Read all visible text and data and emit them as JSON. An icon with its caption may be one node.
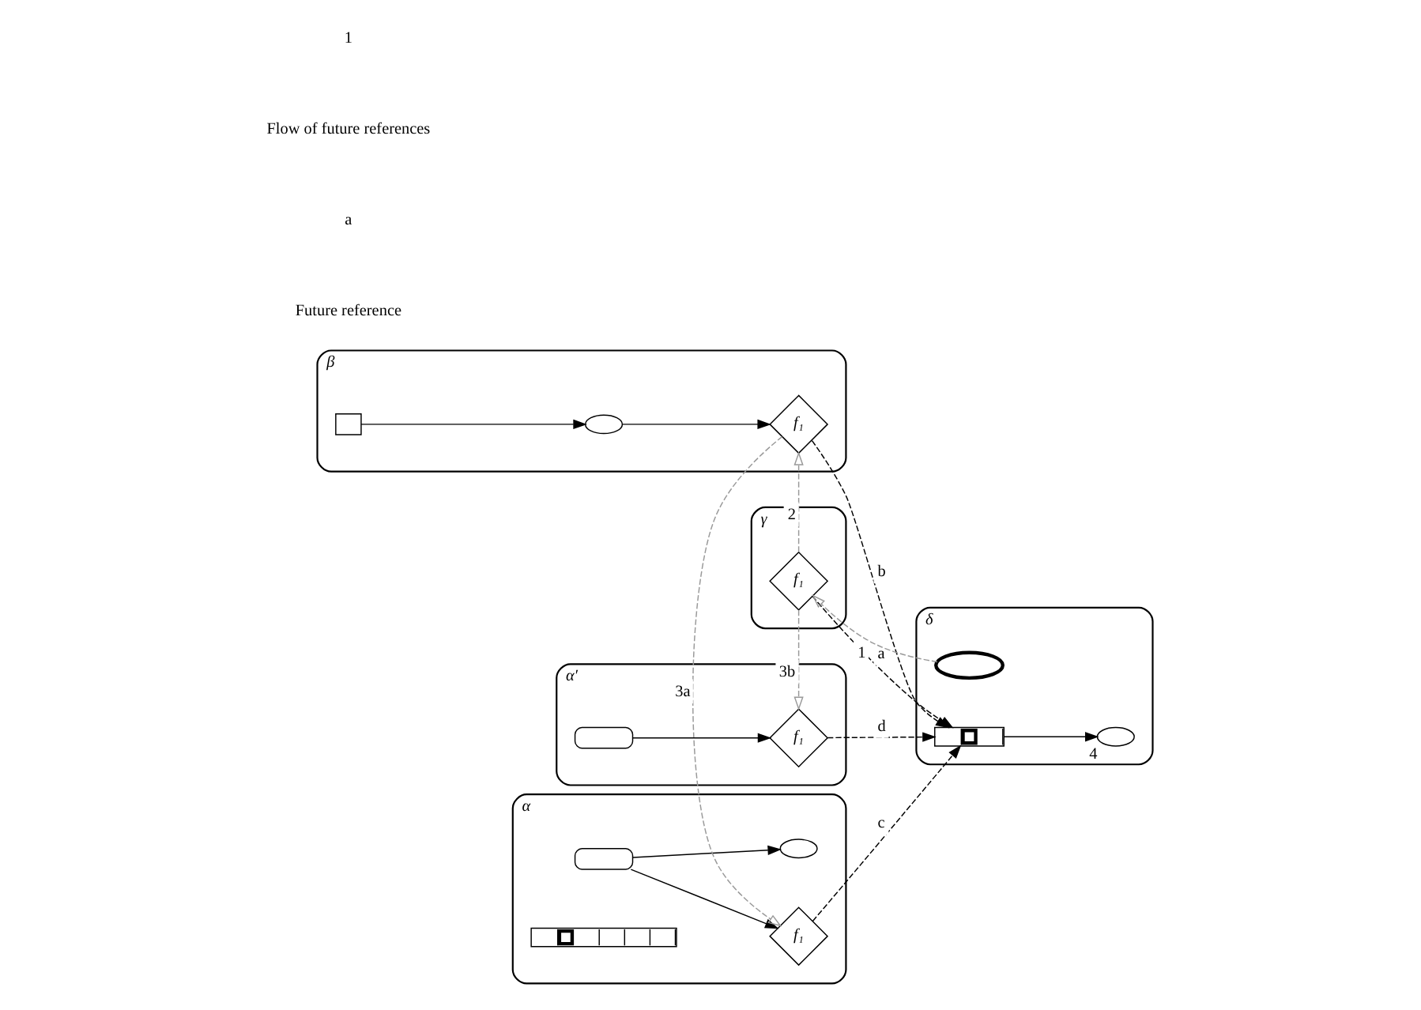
{
  "diagram": {
    "nodes": [
      {
        "text": [
          "α"
        ]
      },
      {
        "text": [
          "f₁"
        ],
        "in": 0
      },
      {
        "text": [],
        "shape": "ellipse",
        "in": 0
      },
      {
        "text": [],
        "shape": "capsule",
        "in": 0
      },
      {
        "text": [],
        "shape": "bar",
        "in": 0
      },
      {
        "text": [
          "β"
        ]
      },
      {
        "text": [
          "f₁"
        ],
        "in": 5
      },
      {
        "text": [],
        "shape": "ellipse",
        "in": 5
      },
      {
        "text": [],
        "shape": "box",
        "in": 5
      },
      {
        "text": [
          "γ"
        ]
      },
      {
        "text": [
          "f₁"
        ],
        "in": 9
      },
      {
        "text": [
          "α′"
        ]
      },
      {
        "text": [
          "f₁"
        ],
        "in": 11
      },
      {
        "text": [],
        "shape": "capsule",
        "in": 11
      },
      {
        "text": [
          "δ"
        ]
      },
      {
        "text": [],
        "shape": "ellipse",
        "in": 14
      },
      {
        "text": [],
        "shape": "ellipse",
        "in": 14,
        "beside": [
          "4"
        ]
      },
      {
        "text": [],
        "shape": "bar",
        "in": 14
      }
    ],
    "edges": [
      {
        "from": 3,
        "to": 1,
        "arrow": "to"
      },
      {
        "from": 3,
        "to": 2,
        "arrow": "to"
      },
      {
        "from": 8,
        "to": 7,
        "arrow": "to"
      },
      {
        "from": 7,
        "to": 6,
        "arrow": "to"
      },
      {
        "from": 13,
        "to": 12,
        "arrow": "to"
      },
      {
        "from": 17,
        "to": 16,
        "arrow": "to"
      },
      {
        "from": 15,
        "to": 10,
        "arrow": "to",
        "label": "1",
        "style": "dashed",
        "color": "#999999"
      },
      {
        "from": 10,
        "to": 6,
        "arrow": "to",
        "label": "2",
        "style": "dashed",
        "color": "#999999"
      },
      {
        "from": 6,
        "to": 1,
        "arrow": "to",
        "label": "3a",
        "style": "dashed",
        "color": "#999999"
      },
      {
        "from": 10,
        "to": 12,
        "arrow": "to",
        "label": "3b",
        "style": "dashed",
        "color": "#999999"
      },
      {
        "from": 10,
        "to": 17,
        "arrow": "to",
        "label": "a",
        "style": "dashed"
      },
      {
        "from": 6,
        "to": 17,
        "arrow": "to",
        "label": "b",
        "style": "dashed"
      },
      {
        "from": 1,
        "to": 17,
        "arrow": "to",
        "label": "c",
        "style": "dashed"
      },
      {
        "from": 12,
        "to": 17,
        "arrow": "to",
        "label": "d",
        "style": "dashed"
      }
    ],
    "labels": [
      "1",
      "a"
    ],
    "legend": [
      {
        "text": "Flow of future references"
      },
      {
        "text": "Future reference"
      }
    ]
  }
}
